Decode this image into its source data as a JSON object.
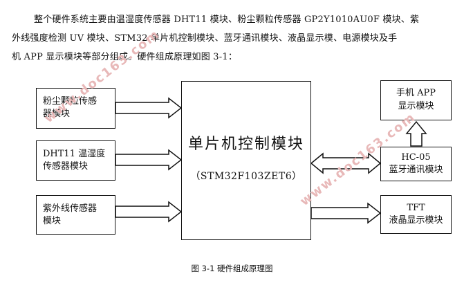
{
  "paragraph": {
    "line1": "整个硬件系统主要由温湿度传感器 DHT11 模块、粉尘颗粒传感器 GP2Y1010AU0F 模块、紫",
    "line2": "外线强度检测 UV 模块、STM32 单片机控制模块、蓝牙通讯模块、液晶显示模、电源模块及手",
    "line3": "机 APP 显示模块等部分组成。硬件组成原理如图 3-1："
  },
  "diagram": {
    "dust_sensor": {
      "line1": "粉尘颗粒传感",
      "line2": "器模块"
    },
    "dht11": {
      "line1": "DHT11 温湿度",
      "line2": "传感器模块"
    },
    "uv_sensor": {
      "line1": "紫外线传感器",
      "line2": "模块"
    },
    "mcu": {
      "title": "单片机控制模块",
      "model": "（STM32F103ZET6）"
    },
    "phone_app": {
      "line1": "手机 APP",
      "line2": "显示模块"
    },
    "bluetooth": {
      "line1": "HC-05",
      "line2": "蓝牙通讯模块"
    },
    "tft": {
      "line1": "TFT",
      "line2": "液晶显示模块"
    }
  },
  "caption": "图 3-1  硬件组成原理图",
  "watermark": "www.doc163.com",
  "colors": {
    "line": "#111111",
    "watermark": "#e8b8b8"
  }
}
